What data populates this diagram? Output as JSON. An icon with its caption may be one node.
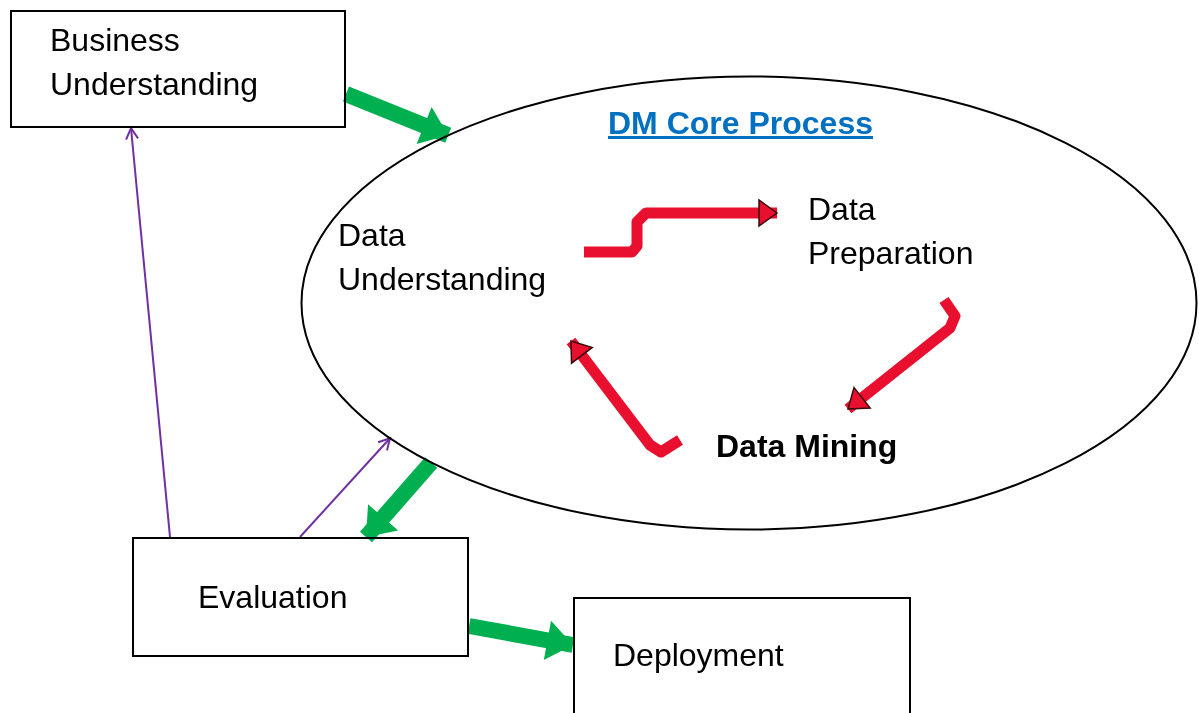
{
  "diagram": {
    "nodes": [
      {
        "text": [
          "Business Understanding"
        ]
      },
      {
        "text": [
          "DM Core Process"
        ]
      },
      {
        "text": [
          "Data Understanding"
        ],
        "in": 1
      },
      {
        "text": [
          "Data Preparation"
        ],
        "in": 1
      },
      {
        "text": [
          "Data Mining"
        ],
        "in": 1
      },
      {
        "text": [
          "Evaluation"
        ]
      },
      {
        "text": [
          "Deployment"
        ]
      }
    ],
    "edges": [
      {
        "from": 0,
        "to": 1,
        "arrow": "to",
        "color": "#00b050"
      },
      {
        "from": 2,
        "to": 3,
        "arrow": "to",
        "color": "#e8102e"
      },
      {
        "from": 3,
        "to": 4,
        "arrow": "to",
        "color": "#e8102e"
      },
      {
        "from": 4,
        "to": 2,
        "arrow": "to",
        "color": "#e8102e"
      },
      {
        "from": 1,
        "to": 5,
        "arrow": "to",
        "color": "#00b050"
      },
      {
        "from": 5,
        "to": 1,
        "arrow": "to",
        "color": "#7030a0"
      },
      {
        "from": 5,
        "to": 0,
        "arrow": "to",
        "color": "#7030a0"
      },
      {
        "from": 5,
        "to": 6,
        "arrow": "to",
        "color": "#00b050"
      }
    ]
  }
}
